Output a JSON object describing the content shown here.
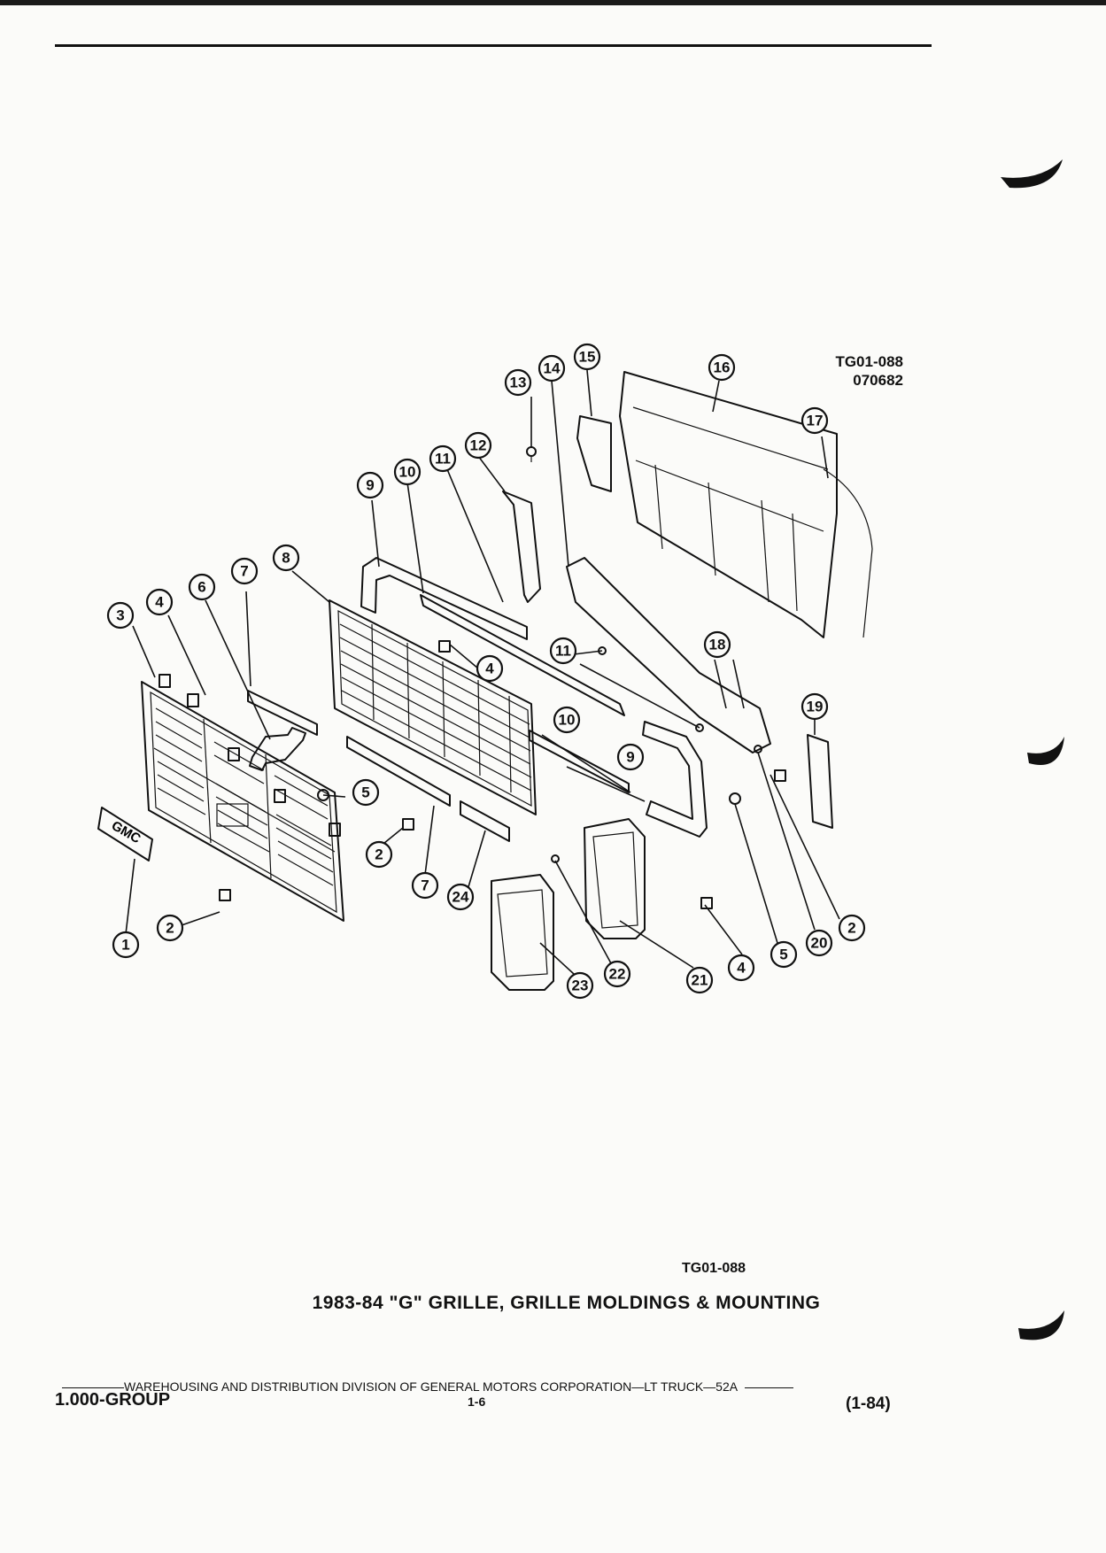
{
  "document": {
    "figure_code": "TG01-088",
    "figure_date_code": "070682",
    "figure_code_bottom": "TG01-088",
    "caption": "1983-84 \"G\" GRILLE, GRILLE MOLDINGS & MOUNTING",
    "footer_text": "WAREHOUSING AND DISTRIBUTION  DIVISION OF GENERAL MOTORS CORPORATION—LT TRUCK—52A",
    "footer_group": "1.000-GROUP",
    "footer_page": "1-6",
    "footer_date": "(1-84)"
  },
  "emblem": {
    "text": "GMC"
  },
  "callouts": [
    {
      "id": "c1",
      "label": "1"
    },
    {
      "id": "c2a",
      "label": "2"
    },
    {
      "id": "c2b",
      "label": "2"
    },
    {
      "id": "c2c",
      "label": "2"
    },
    {
      "id": "c3",
      "label": "3"
    },
    {
      "id": "c4a",
      "label": "4"
    },
    {
      "id": "c4b",
      "label": "4"
    },
    {
      "id": "c4c",
      "label": "4"
    },
    {
      "id": "c5a",
      "label": "5"
    },
    {
      "id": "c5b",
      "label": "5"
    },
    {
      "id": "c6",
      "label": "6"
    },
    {
      "id": "c7a",
      "label": "7"
    },
    {
      "id": "c7b",
      "label": "7"
    },
    {
      "id": "c8",
      "label": "8"
    },
    {
      "id": "c9a",
      "label": "9"
    },
    {
      "id": "c9b",
      "label": "9"
    },
    {
      "id": "c10a",
      "label": "10"
    },
    {
      "id": "c10b",
      "label": "10"
    },
    {
      "id": "c11a",
      "label": "11"
    },
    {
      "id": "c11b",
      "label": "11"
    },
    {
      "id": "c12",
      "label": "12"
    },
    {
      "id": "c13",
      "label": "13"
    },
    {
      "id": "c14",
      "label": "14"
    },
    {
      "id": "c15",
      "label": "15"
    },
    {
      "id": "c16",
      "label": "16"
    },
    {
      "id": "c17",
      "label": "17"
    },
    {
      "id": "c18",
      "label": "18"
    },
    {
      "id": "c19",
      "label": "19"
    },
    {
      "id": "c20",
      "label": "20"
    },
    {
      "id": "c21",
      "label": "21"
    },
    {
      "id": "c22",
      "label": "22"
    },
    {
      "id": "c23",
      "label": "23"
    },
    {
      "id": "c24",
      "label": "24"
    }
  ]
}
